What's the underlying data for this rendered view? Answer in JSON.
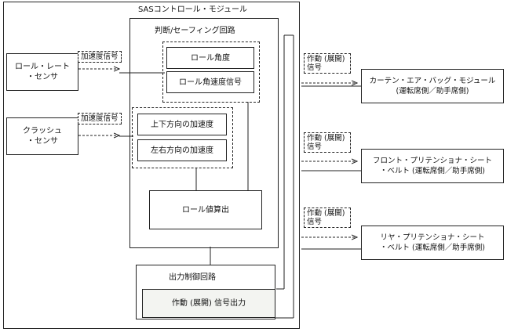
{
  "sas_unit": {
    "title": "SASコントロール・モジュール"
  },
  "judgment_circuit": {
    "title": "判断/セーフィング回路"
  },
  "sensors": {
    "roll_rate": {
      "label": "ロール・レート\n・センサ",
      "signal": "加速度信号"
    },
    "crash": {
      "label": "クラッシュ\n・センサ",
      "signal": "加速度信号"
    }
  },
  "roll_group": {
    "items": [
      "ロール角度",
      "ロール角速度信号"
    ]
  },
  "accel_group": {
    "items": [
      "上下方向の加速度",
      "左右方向の加速度"
    ]
  },
  "roll_calc": {
    "label": "ロール値算出"
  },
  "output_circuit": {
    "title": "出力制御回路",
    "output_label": "作動 (展開) 信号出力"
  },
  "outputs": [
    {
      "signal": "作動 (展開)\n信号",
      "target": "カーテン・エア・バッグ・モジュール\n(運転席側／助手席側)"
    },
    {
      "signal": "作動 (展開)\n信号",
      "target": "フロント・プリテンショナ・シート\n・ベルト (運転席側／助手席側)"
    },
    {
      "signal": "作動 (展開)\n信号",
      "target": "リヤ・プリテンショナ・シート\n・ベルト (運転席側／助手席側)"
    }
  ]
}
